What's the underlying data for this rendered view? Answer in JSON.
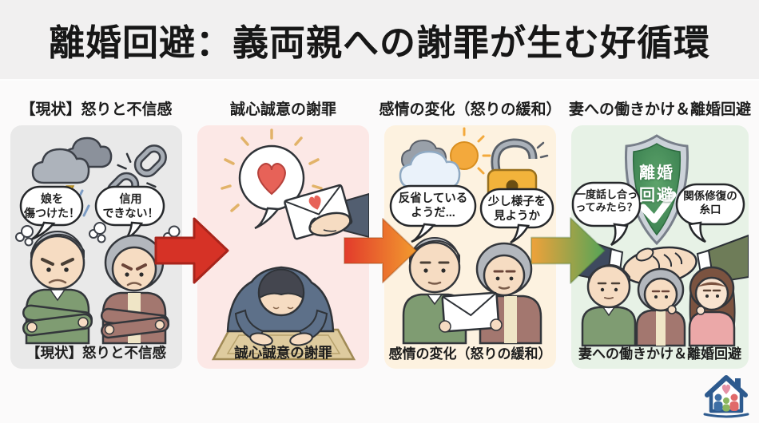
{
  "title": "離婚回避：義両親への謝罪が生む好循環",
  "panels": [
    {
      "top_label": "【現状】怒りと不信感",
      "bottom_label": "【現状】怒りと不信感",
      "bubble_left": {
        "line1": "娘を",
        "line2": "傷つけた！"
      },
      "bubble_right": {
        "line1": "信用",
        "line2": "できない！"
      },
      "icons": [
        "storm-cloud-icon",
        "broken-chain-icon",
        "angry-elderly-couple-illustration"
      ],
      "bg": "#e9e9e9"
    },
    {
      "top_label": "誠心誠意の謝罪",
      "bottom_label": "誠心誠意の謝罪",
      "icons": [
        "heart-bubble-icon",
        "apology-letter-icon",
        "bowing-man-illustration"
      ],
      "bg": "#fce8e6"
    },
    {
      "top_label": "感情の変化（怒りの緩和）",
      "bottom_label": "感情の変化（怒りの緩和）",
      "bubble_left": {
        "line1": "反省している",
        "line2": "ようだ..."
      },
      "bubble_right": {
        "line1": "少し様子を",
        "line2": "見ようか"
      },
      "icons": [
        "clearing-weather-icon",
        "open-padlock-icon",
        "couple-reading-letter-illustration"
      ],
      "bg": "#fdf2e0"
    },
    {
      "top_label": "妻への働きかけ＆離婚回避",
      "bottom_label": "妻への働きかけ＆離婚回避",
      "bubble_left": {
        "line1": "一度話し合っ",
        "line2": "ってみたら？"
      },
      "bubble_right": {
        "line1": "関係修復の",
        "line2": "糸口"
      },
      "shield": {
        "line1": "離婚",
        "line2": "回避"
      },
      "icons": [
        "shield-check-icon",
        "handshake-illustration",
        "family-discussion-illustration"
      ],
      "bg": "#e7f2e6"
    }
  ],
  "footer_logo": "family-house-icon",
  "colors": {
    "header_bg": "#f1f0f0",
    "body_bg": "#fbfafa",
    "panel1_bg": "#e9e9e9",
    "panel2_bg": "#fce8e6",
    "panel3_bg": "#fdf2e0",
    "panel4_bg": "#e7f2e6",
    "arrow1": "#d63226",
    "arrow2_gradient": [
      "#e23b2c",
      "#f29b2e"
    ],
    "arrow3_gradient": [
      "#efa23a",
      "#55a457"
    ],
    "shield_green": "#3f8b53",
    "heart_red": "#e76258",
    "padlock_orange": "#f2b33b",
    "logo_blue": "#2d5a8e"
  }
}
